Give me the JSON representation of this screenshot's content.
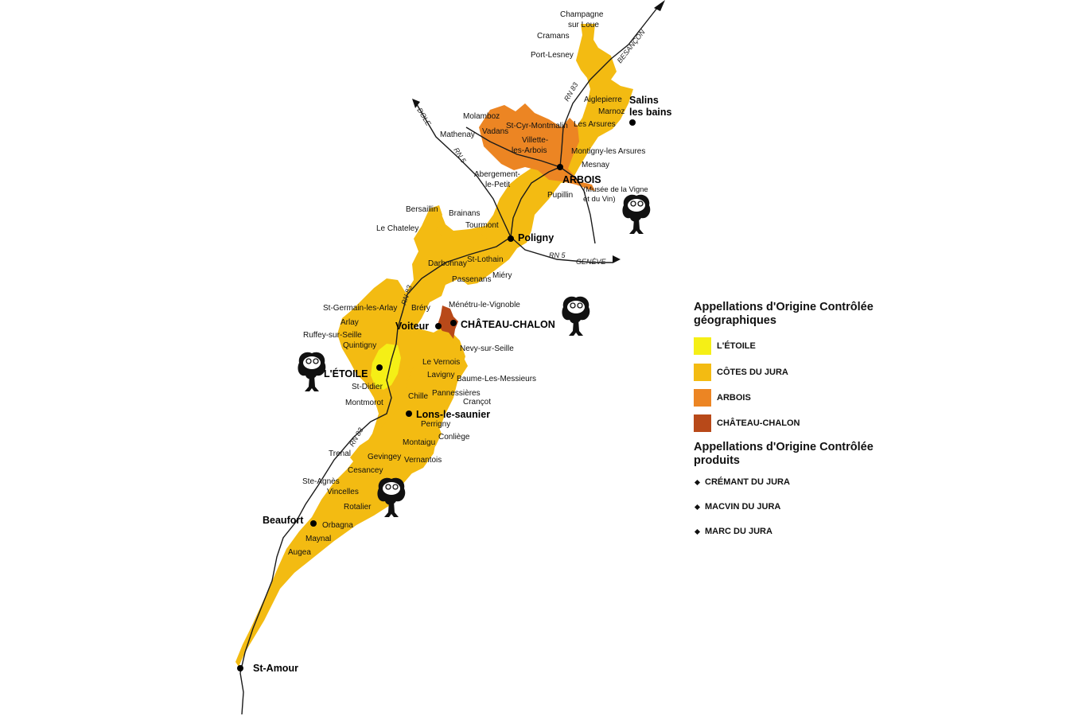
{
  "colors": {
    "etoile": "#f5ef16",
    "cotes_du_jura": "#f3bb12",
    "arbois": "#ec8523",
    "chateau_chalon": "#b84919",
    "road": "#1a1a1a",
    "dot": "#000000"
  },
  "icons": [
    "aoc-wine-bottle-icon",
    "aoc-wine-bottle-icon",
    "aoc-wine-bottle-icon",
    "aoc-wine-bottle-icon"
  ],
  "towns": {
    "salins": "Salins",
    "salins2": "les bains",
    "arbois": "ARBOIS",
    "poligny": "Poligny",
    "voiteur": "Voiteur",
    "chateau_chalon": "CHÂTEAU-CHALON",
    "etoile": "L'ÉTOILE",
    "lons": "Lons-le-saunier",
    "beaufort": "Beaufort",
    "st_amour": "St-Amour"
  },
  "villages": {
    "champagne1": "Champagne",
    "champagne2": "sur Loue",
    "cramans": "Cramans",
    "port_lesney": "Port-Lesney",
    "aiglepierre": "Aiglepierre",
    "marnoz": "Marnoz",
    "les_arsures": "Les Arsures",
    "molamboz": "Molamboz",
    "st_cyr": "St-Cyr-Montmalin",
    "vadans": "Vadans",
    "mathenay": "Mathenay",
    "villette1": "Villette-",
    "villette2": "les-Arbois",
    "montigny": "Montigny-les Arsures",
    "mesnay": "Mesnay",
    "abergement1": "Abergement-",
    "abergement2": "le-Petit",
    "musee1": "(Musée de la Vigne",
    "musee2": "et du Vin)",
    "pupillin": "Pupillin",
    "bersaillin": "Bersaillin",
    "brainans": "Brainans",
    "tourmont": "Tourmont",
    "le_chateley": "Le Chateley",
    "darbonnay": "Darbonnay",
    "st_lothain": "St-Lothain",
    "passenans": "Passenans",
    "miery": "Miéry",
    "menetru": "Ménétru-le-Vignoble",
    "brery": "Bréry",
    "st_germain": "St-Germain-les-Arlay",
    "arlay": "Arlay",
    "ruffey": "Ruffey-sur-Seille",
    "quintigny": "Quintigny",
    "nevy": "Nevy-sur-Seille",
    "le_vernois": "Le Vernois",
    "lavigny": "Lavigny",
    "baume": "Baume-Les-Messieurs",
    "st_didier": "St-Didier",
    "chille": "Chille",
    "pannessieres": "Pannessières",
    "crancot": "Crançot",
    "montmorot": "Montmorot",
    "perrigny": "Perrigny",
    "conliege": "Conliège",
    "montaigu": "Montaigu",
    "trenal": "Trenal",
    "gevingey": "Gevingey",
    "vernantois": "Vernantois",
    "cesancey": "Cesancey",
    "ste_agnes": "Ste-Agnès",
    "vincelles": "Vincelles",
    "rotalier": "Rotalier",
    "orbagna": "Orbagna",
    "maynal": "Maynal",
    "augea": "Augea"
  },
  "roads": {
    "besancon": "BESANÇON",
    "dole": "DOLE",
    "geneve": "GENÈVE",
    "rn5_a": "RN 5",
    "rn5_b": "RN 5",
    "rn83_a": "RN 83",
    "rn83_b": "RN 83",
    "rn83_c": "RN 83"
  },
  "legend": {
    "geo_title_1": "Appellations d'Origine Contrôlée",
    "geo_title_2": "géographiques",
    "items": [
      {
        "label": "L'ÉTOILE",
        "color": "#f5ef16"
      },
      {
        "label": "CÔTES DU JURA",
        "color": "#f3bb12"
      },
      {
        "label": "ARBOIS",
        "color": "#ec8523"
      },
      {
        "label": "CHÂTEAU-CHALON",
        "color": "#b84919"
      }
    ],
    "prod_title_1": "Appellations d'Origine Contrôlée",
    "prod_title_2": "produits",
    "products": [
      "CRÉMANT DU JURA",
      "MACVIN DU JURA",
      "MARC DU JURA"
    ]
  }
}
